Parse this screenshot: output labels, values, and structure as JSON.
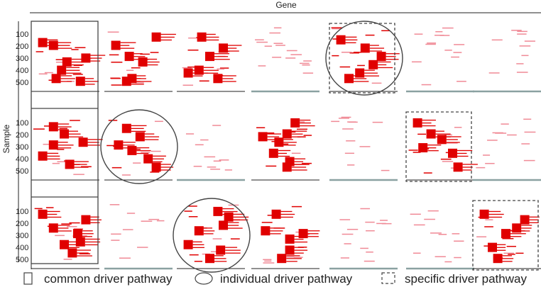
{
  "x_axis_title": "Gene",
  "y_axis_title": "Sample",
  "y_ticks": [
    "100",
    "200",
    "300",
    "400",
    "500"
  ],
  "legend": [
    {
      "shape": "rectangle",
      "label": "common driver pathway"
    },
    {
      "shape": "ellipse",
      "label": "individual driver pathway"
    },
    {
      "shape": "dashed-rectangle",
      "label": "specific driver pathway"
    }
  ],
  "colors": {
    "strong": "#e00000",
    "light": "#f08a96",
    "baseline": "#8aa1a1",
    "ink": "#222222",
    "frame": "#444444"
  },
  "highlights": [
    {
      "type": "common",
      "rows": [
        0,
        1,
        2
      ],
      "col": 0
    },
    {
      "type": "individual",
      "row": 0,
      "col": 4
    },
    {
      "type": "specific",
      "row": 0,
      "col": 4
    },
    {
      "type": "individual",
      "row": 1,
      "col": 1
    },
    {
      "type": "specific",
      "row": 1,
      "col": 5
    },
    {
      "type": "individual",
      "row": 2,
      "col": 2
    },
    {
      "type": "specific",
      "row": 2,
      "col": 6
    }
  ],
  "panel_style": [
    [
      "strong",
      "strong",
      "strong",
      "light",
      "strong",
      "light",
      "light"
    ],
    [
      "strong",
      "strong",
      "light",
      "strong",
      "light",
      "strong",
      "light"
    ],
    [
      "strong",
      "light",
      "strong",
      "strong",
      "light",
      "light",
      "strong"
    ]
  ],
  "panels": [
    [
      {
        "squares": [
          [
            0.3,
            0.25
          ],
          [
            0.1,
            0.2
          ],
          [
            0.55,
            0.55
          ],
          [
            0.9,
            0.48
          ],
          [
            0.45,
            0.7
          ],
          [
            0.8,
            0.9
          ],
          [
            0.35,
            0.85
          ]
        ]
      },
      {
        "squares": [
          [
            0.1,
            0.25
          ],
          [
            0.35,
            0.45
          ],
          [
            0.85,
            0.1
          ],
          [
            0.6,
            0.55
          ],
          [
            0.4,
            0.85
          ],
          [
            0.3,
            0.9
          ]
        ]
      },
      {
        "squares": [
          [
            0.35,
            0.1
          ],
          [
            0.5,
            0.45
          ],
          [
            0.75,
            0.3
          ],
          [
            0.1,
            0.75
          ],
          [
            0.3,
            0.7
          ],
          [
            0.65,
            0.85
          ]
        ]
      },
      {
        "bars": 16
      },
      {
        "squares": [
          [
            0.1,
            0.15
          ],
          [
            0.55,
            0.3
          ],
          [
            0.85,
            0.45
          ],
          [
            0.7,
            0.6
          ],
          [
            0.45,
            0.75
          ],
          [
            0.25,
            0.85
          ]
        ]
      },
      {
        "bars": 14
      },
      {
        "bars": 10
      }
    ],
    [
      {
        "squares": [
          [
            0.3,
            0.12
          ],
          [
            0.5,
            0.25
          ],
          [
            0.85,
            0.4
          ],
          [
            0.3,
            0.45
          ],
          [
            0.1,
            0.65
          ],
          [
            0.6,
            0.8
          ]
        ]
      },
      {
        "squares": [
          [
            0.3,
            0.15
          ],
          [
            0.55,
            0.3
          ],
          [
            0.15,
            0.45
          ],
          [
            0.4,
            0.55
          ],
          [
            0.7,
            0.7
          ],
          [
            0.85,
            0.85
          ]
        ]
      },
      {
        "bars": 11
      },
      {
        "squares": [
          [
            0.7,
            0.05
          ],
          [
            0.1,
            0.3
          ],
          [
            0.4,
            0.4
          ],
          [
            0.55,
            0.25
          ],
          [
            0.3,
            0.6
          ],
          [
            0.6,
            0.75
          ],
          [
            0.55,
            0.85
          ]
        ]
      },
      {
        "bars": 12
      },
      {
        "squares": [
          [
            0.1,
            0.05
          ],
          [
            0.35,
            0.25
          ],
          [
            0.55,
            0.35
          ],
          [
            0.2,
            0.5
          ],
          [
            0.75,
            0.6
          ],
          [
            0.85,
            0.85
          ]
        ]
      },
      {
        "bars": 12
      }
    ],
    [
      {
        "squares": [
          [
            0.1,
            0.1
          ],
          [
            0.3,
            0.35
          ],
          [
            0.5,
            0.65
          ],
          [
            0.65,
            0.8
          ],
          [
            0.9,
            0.2
          ],
          [
            0.75,
            0.45
          ],
          [
            0.8,
            0.6
          ]
        ]
      },
      {
        "bars": 10
      },
      {
        "squares": [
          [
            0.65,
            0.05
          ],
          [
            0.3,
            0.4
          ],
          [
            0.1,
            0.65
          ],
          [
            0.5,
            0.9
          ],
          [
            0.85,
            0.15
          ],
          [
            0.75,
            0.3
          ],
          [
            0.7,
            0.75
          ]
        ]
      },
      {
        "squares": [
          [
            0.35,
            0.1
          ],
          [
            0.15,
            0.4
          ],
          [
            0.6,
            0.75
          ],
          [
            0.85,
            0.45
          ],
          [
            0.45,
            0.9
          ],
          [
            0.6,
            0.55
          ]
        ]
      },
      {
        "bars": 14
      },
      {
        "bars": 12
      },
      {
        "squares": [
          [
            0.1,
            0.1
          ],
          [
            0.5,
            0.45
          ],
          [
            0.7,
            0.35
          ],
          [
            0.85,
            0.2
          ],
          [
            0.25,
            0.7
          ],
          [
            0.35,
            0.9
          ]
        ]
      }
    ]
  ]
}
